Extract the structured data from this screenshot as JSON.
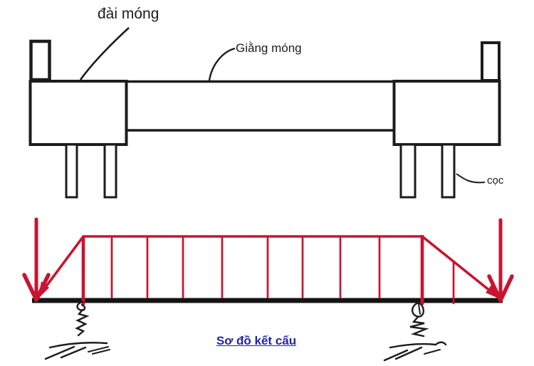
{
  "colors": {
    "ink": "#1c1c1c",
    "load": "#c81430",
    "caption": "#2121b2"
  },
  "labels": {
    "pile_cap": "đài móng",
    "tie_beam": "Giằng móng",
    "pile": "cọc",
    "caption": "Sơ đồ kết cấu"
  }
}
